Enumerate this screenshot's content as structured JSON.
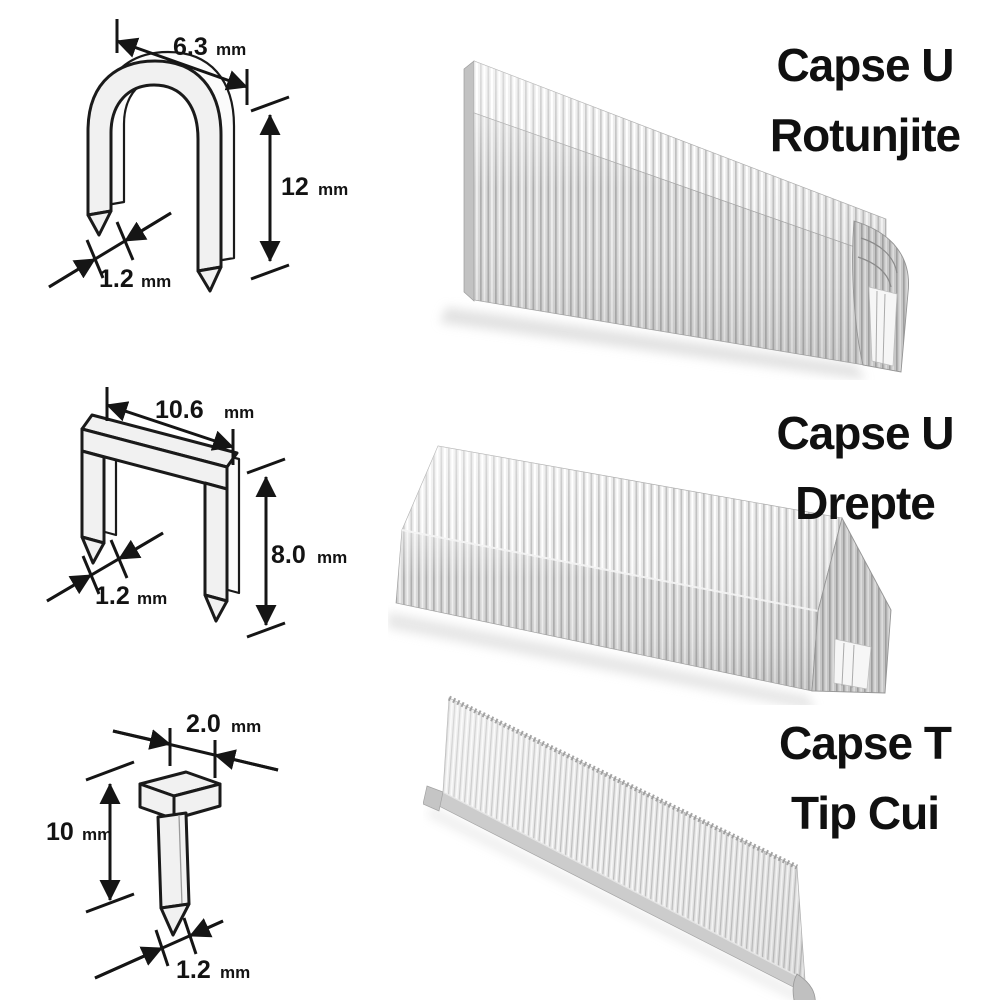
{
  "rows": [
    {
      "name": "Capse U Rotunjite",
      "title_line1": "Capse U",
      "title_line2": "Rotunjite",
      "dims": {
        "width": {
          "value": "6.3",
          "unit": "mm"
        },
        "height": {
          "value": "12",
          "unit": "mm"
        },
        "thickness": {
          "value": "1.2",
          "unit": "mm"
        }
      }
    },
    {
      "name": "Capse U Drepte",
      "title_line1": "Capse U",
      "title_line2": "Drepte",
      "dims": {
        "width": {
          "value": "10.6",
          "unit": "mm"
        },
        "height": {
          "value": "8.0",
          "unit": "mm"
        },
        "thickness": {
          "value": "1.2",
          "unit": "mm"
        }
      }
    },
    {
      "name": "Capse T Tip Cui",
      "title_line1": "Capse T",
      "title_line2": "Tip Cui",
      "dims": {
        "width": {
          "value": "2.0",
          "unit": "mm"
        },
        "height": {
          "value": "10",
          "unit": "mm"
        },
        "thickness": {
          "value": "1.2",
          "unit": "mm"
        }
      }
    }
  ],
  "colors": {
    "background": "#ffffff",
    "text": "#101010",
    "drawing_line": "#1a1a1a",
    "metal_bright": "#eaeaea",
    "metal_mid": "#d8d8d8",
    "metal_dark": "#c6c6c6"
  }
}
